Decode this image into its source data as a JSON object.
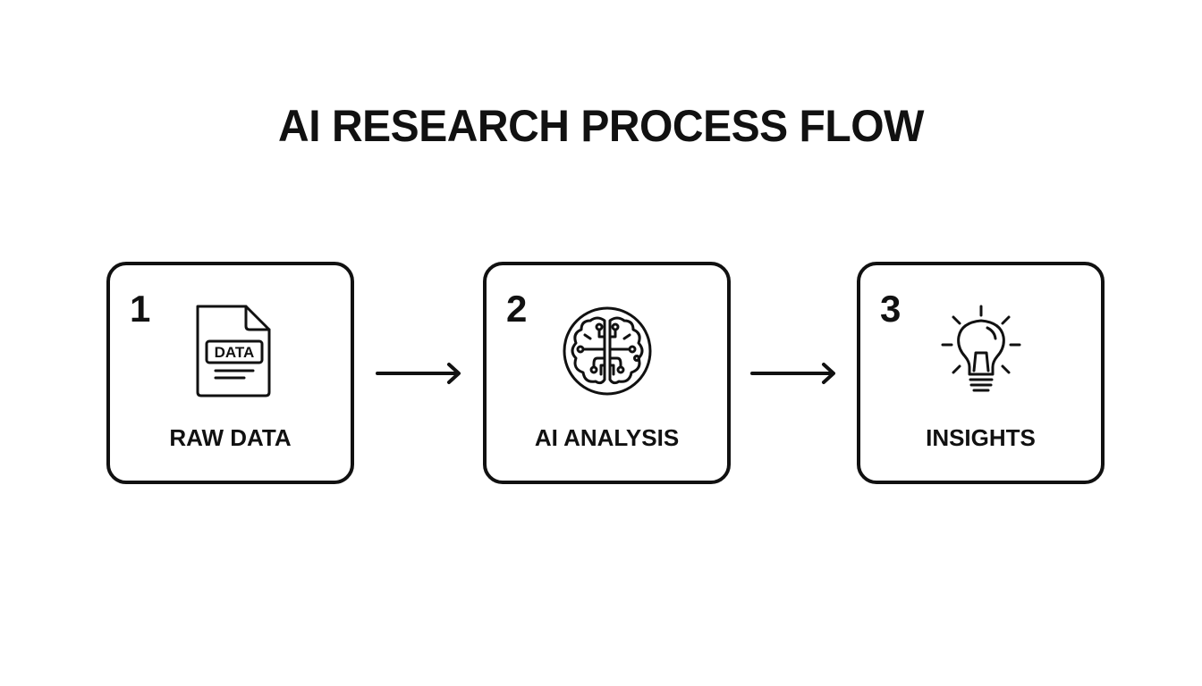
{
  "title": "AI RESEARCH PROCESS FLOW",
  "steps": [
    {
      "number": "1",
      "label": "RAW DATA",
      "icon": "data-document-icon",
      "icon_text": "DATA"
    },
    {
      "number": "2",
      "label": "AI ANALYSIS",
      "icon": "circuit-brain-icon"
    },
    {
      "number": "3",
      "label": "INSIGHTS",
      "icon": "lightbulb-icon"
    }
  ],
  "connectors": [
    {
      "from": "1",
      "to": "2",
      "icon": "arrow-right-icon"
    },
    {
      "from": "2",
      "to": "3",
      "icon": "arrow-right-icon"
    }
  ],
  "colors": {
    "stroke": "#111111",
    "background": "#ffffff"
  }
}
